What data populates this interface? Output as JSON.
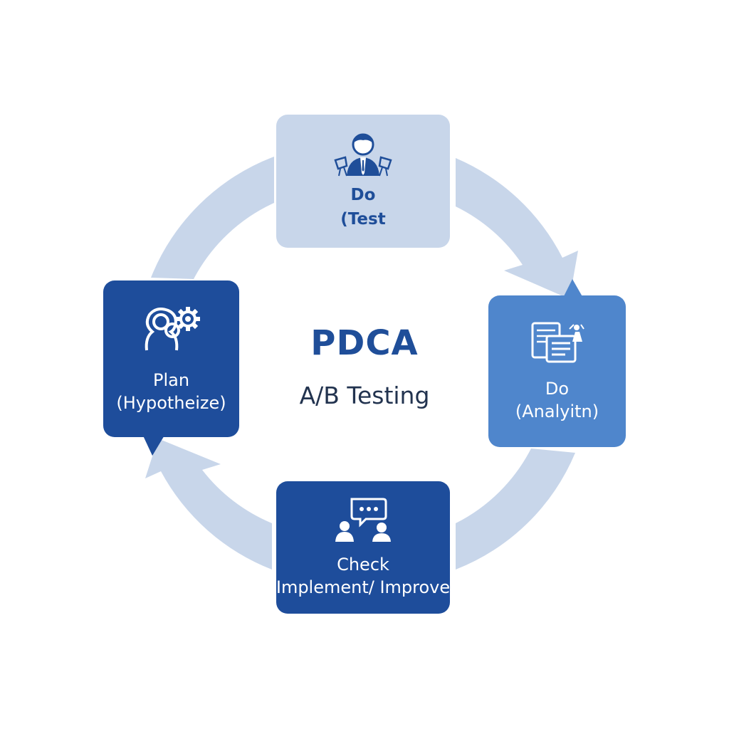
{
  "center": {
    "title": "PDCA",
    "subtitle": "A/B Testing"
  },
  "stages": {
    "top": {
      "title": "Do",
      "subtitle": "(Test",
      "icon": "person-icon"
    },
    "right": {
      "title": "Do",
      "subtitle": "(Analyitn)",
      "icon": "documents-icon"
    },
    "bottom": {
      "title": "Check",
      "subtitle": "(Implement/ Improve)",
      "icon": "discussion-icon"
    },
    "left": {
      "title": "Plan",
      "subtitle": "(Hypotheize)",
      "icon": "head-gears-icon"
    }
  },
  "colors": {
    "ring": "#c8d6ea",
    "light_box": "#c8d6ea",
    "medium_box": "#4f86cc",
    "dark_box": "#1e4d9b",
    "title_text": "#1f4e99"
  }
}
